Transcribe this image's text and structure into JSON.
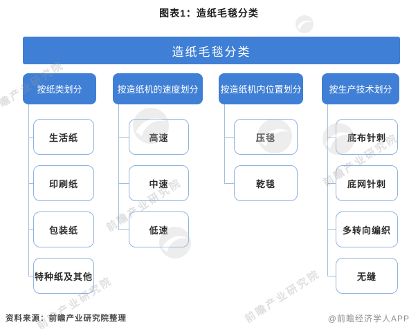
{
  "title": "图表1：造纸毛毯分类",
  "root": {
    "label": "造纸毛毯分类"
  },
  "columns": [
    {
      "header": "按纸类划分",
      "children": [
        "生活纸",
        "印刷纸",
        "包装纸",
        "特种纸及其他"
      ]
    },
    {
      "header": "按造纸机的速度划分",
      "children": [
        "高速",
        "中速",
        "低速"
      ]
    },
    {
      "header": "按造纸机内位置划分",
      "children": [
        "压毯",
        "乾毯"
      ]
    },
    {
      "header": "按生产技术划分",
      "children": [
        "底布针刺",
        "底网针刺",
        "多转向编织",
        "无缝"
      ]
    }
  ],
  "footer": {
    "source": "资料来源：前瞻产业研究院整理",
    "credit": "@前瞻经济学人APP"
  },
  "watermark": {
    "text": "前瞻产业研究院"
  },
  "colors": {
    "primary_blue": "#3F7FD5",
    "child_border": "#8FB2E0",
    "connector": "#A3BEDC"
  }
}
